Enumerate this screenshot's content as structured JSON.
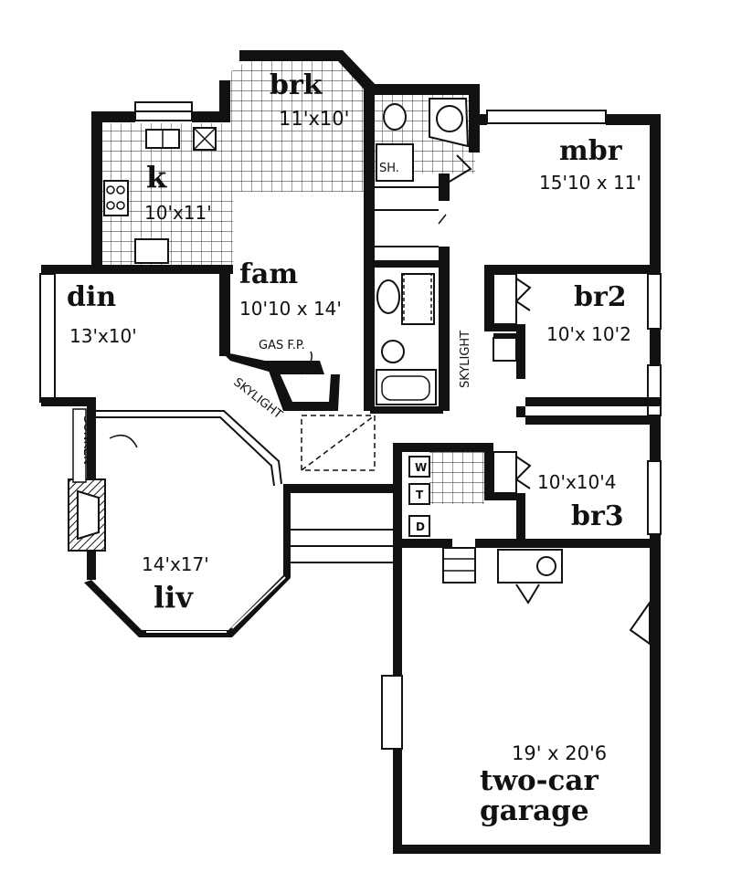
{
  "rooms": {
    "brk": {
      "name": "brk",
      "dims": "11'x10'"
    },
    "k": {
      "name": "k",
      "dims": "10'x11'"
    },
    "mbr": {
      "name": "mbr",
      "dims": "15'10 x 11'"
    },
    "fam": {
      "name": "fam",
      "dims": "10'10 x 14'"
    },
    "din": {
      "name": "din",
      "dims": "13'x10'"
    },
    "br2": {
      "name": "br2",
      "dims": "10'x 10'2"
    },
    "br3": {
      "name": "br3",
      "dims": "10'x10'4"
    },
    "liv": {
      "name": "liv",
      "dims": "14'x17'"
    },
    "garage": {
      "name_line1": "two-car",
      "name_line2": "garage",
      "dims": "19' x 20'6"
    }
  },
  "labels": {
    "shower": "SH.",
    "gas_fp": "GAS F.P.",
    "skylight_hall": "SKYLIGHT",
    "skylight_bath": "SKYLIGHT",
    "sunken": "SUNKEN",
    "washer": "W",
    "toilet": "T",
    "dryer": "D"
  }
}
